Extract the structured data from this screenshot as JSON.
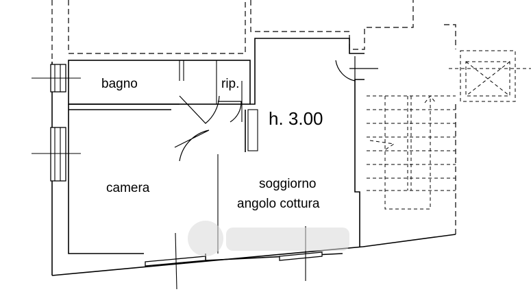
{
  "labels": {
    "bath": "bagno",
    "storage": "rip.",
    "height": "h. 3.00",
    "bedroom": "camera",
    "living_line1": "soggiorno",
    "living_line2": "angolo cottura"
  },
  "colors": {
    "line": "#000000",
    "background": "#ffffff",
    "watermark": "#d9d9d9"
  }
}
